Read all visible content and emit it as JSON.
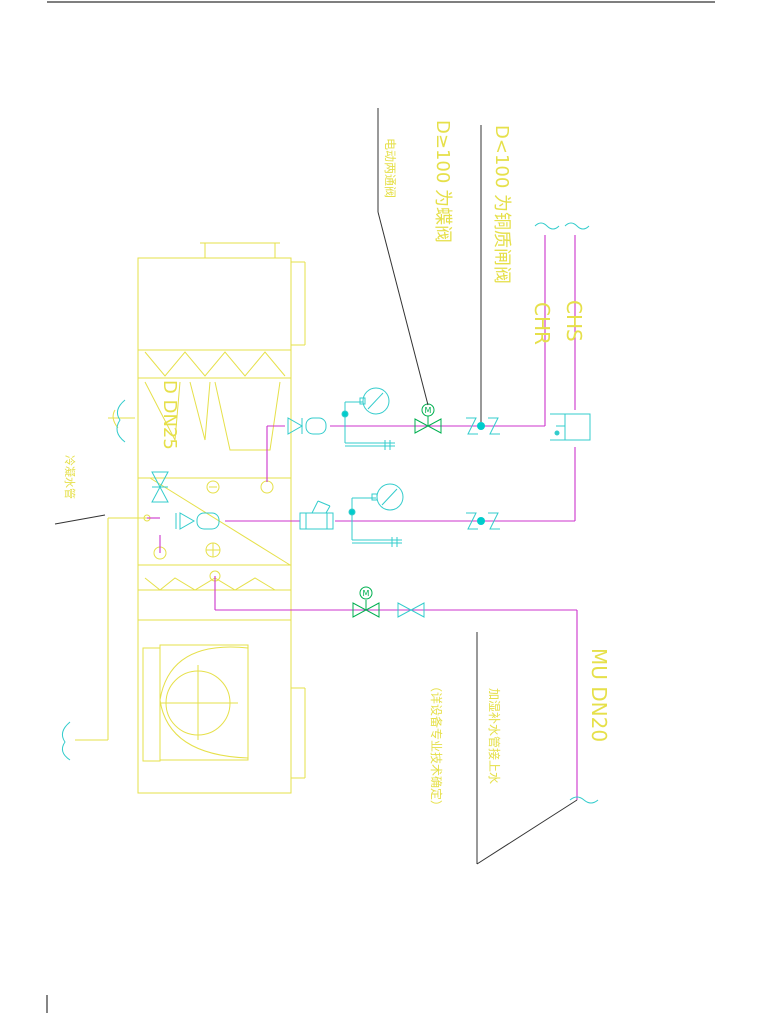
{
  "colors": {
    "unit": "#e6e04a",
    "pipe": "#cc33cc",
    "pipe_light": "#e27ee2",
    "valve": "#33cccc",
    "node": "#00cccc",
    "motor": "#00b050",
    "leader": "#333333",
    "text": "#e6e04a",
    "border": "#333333"
  },
  "labels": {
    "chs": "CHS",
    "chr": "CHR",
    "small_valve": "D<100 为铜质闸阀",
    "large_valve": "D≥100 为蝶阀",
    "motorized_valve": "电动两通阀",
    "drain": "D  DN25",
    "drain_note": "冷凝水管",
    "makeup": "MU  DN20",
    "makeup_note": "加湿补水管接上水",
    "makeup_note2": "（详设备专业技术确定）"
  },
  "icons": [
    "pressure-gauge-icon",
    "thermometer-icon",
    "motor-valve-icon",
    "gate-valve-icon",
    "check-valve-icon",
    "strainer-icon",
    "fan-icon",
    "pipe-break-icon"
  ]
}
